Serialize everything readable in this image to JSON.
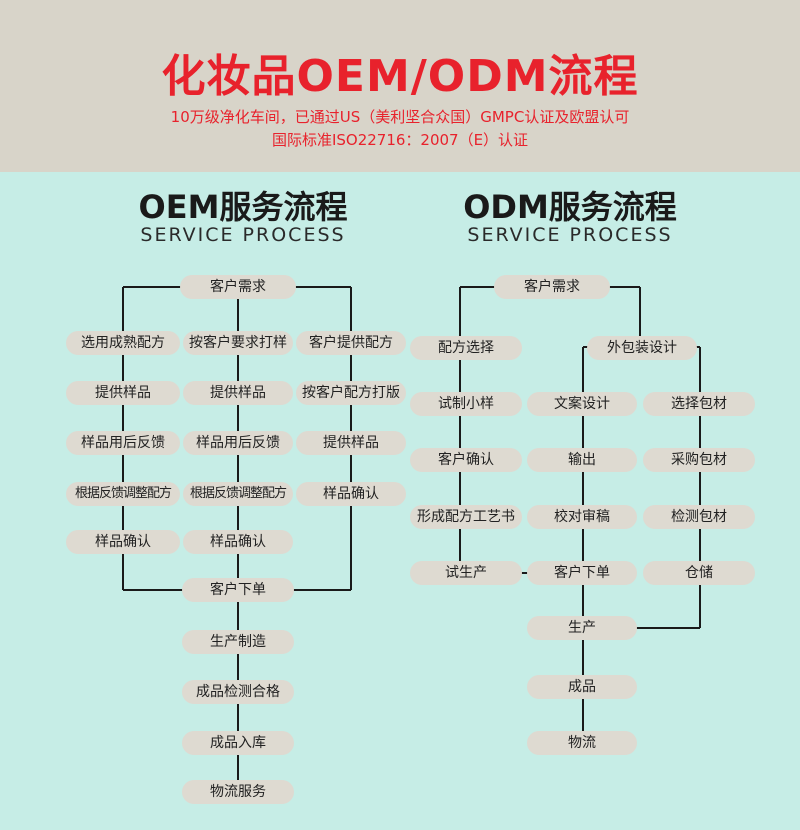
{
  "header": {
    "title": "化妆品OEM/ODM流程",
    "line1": "10万级净化车间，已通过US（美利坚合众国）GMPC认证及欧盟认可",
    "line2": "国际标准ISO22716：2007（E）认证"
  },
  "oem": {
    "title": "OEM服务流程",
    "subtitle": "SERVICE PROCESS",
    "start": "客户需求",
    "col_a": [
      "选用成熟配方",
      "提供样品",
      "样品用后反馈",
      "根据反馈调整配方",
      "样品确认"
    ],
    "col_b": [
      "按客户要求打样",
      "提供样品",
      "样品用后反馈",
      "根据反馈调整配方",
      "样品确认"
    ],
    "col_c": [
      "客户提供配方",
      "按客户配方打版",
      "提供样品",
      "样品确认"
    ],
    "order": "客户下单",
    "tail": [
      "生产制造",
      "成品检测合格",
      "成品入库",
      "物流服务"
    ]
  },
  "odm": {
    "title": "ODM服务流程",
    "subtitle": "SERVICE PROCESS",
    "start": "客户需求",
    "col_a": [
      "配方选择",
      "试制小样",
      "客户确认",
      "形成配方工艺书",
      "试生产"
    ],
    "pack": "外包装设计",
    "col_b": [
      "文案设计",
      "输出",
      "校对审稿",
      "客户下单"
    ],
    "col_c": [
      "选择包材",
      "采购包材",
      "检测包材",
      "仓储"
    ],
    "tail": [
      "生产",
      "成品",
      "物流"
    ]
  }
}
